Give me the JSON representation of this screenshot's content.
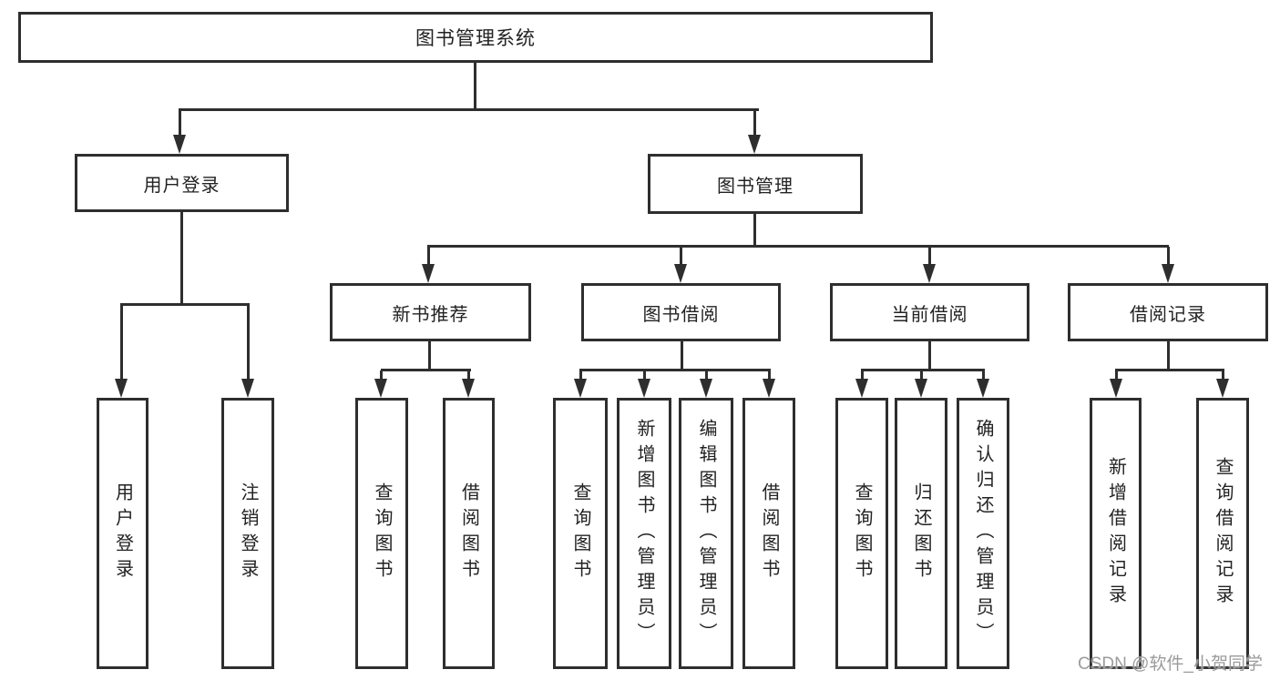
{
  "diagram": {
    "root": "图书管理系统",
    "level2": [
      "用户登录",
      "图书管理"
    ],
    "level3": [
      "新书推荐",
      "图书借阅",
      "当前借阅",
      "借阅记录"
    ],
    "leaves": {
      "user_login": [
        "用户登录",
        "注销登录"
      ],
      "new_book_recommend": [
        "查询图书",
        "借阅图书"
      ],
      "book_borrow": [
        "查询图书",
        "新增图书（管理员）",
        "编辑图书（管理员）",
        "借阅图书"
      ],
      "current_borrow": [
        "查询图书",
        "归还图书",
        "确认归还（管理员）"
      ],
      "borrow_record": [
        "新增借阅记录",
        "查询借阅记录"
      ]
    }
  },
  "watermark": "CSDN @软件_小贺同学",
  "colors": {
    "line": "#2e2e2e",
    "border": "#2e2e2e",
    "text": "#222222",
    "watermark": "#9b9b9b",
    "background": "#ffffff"
  }
}
